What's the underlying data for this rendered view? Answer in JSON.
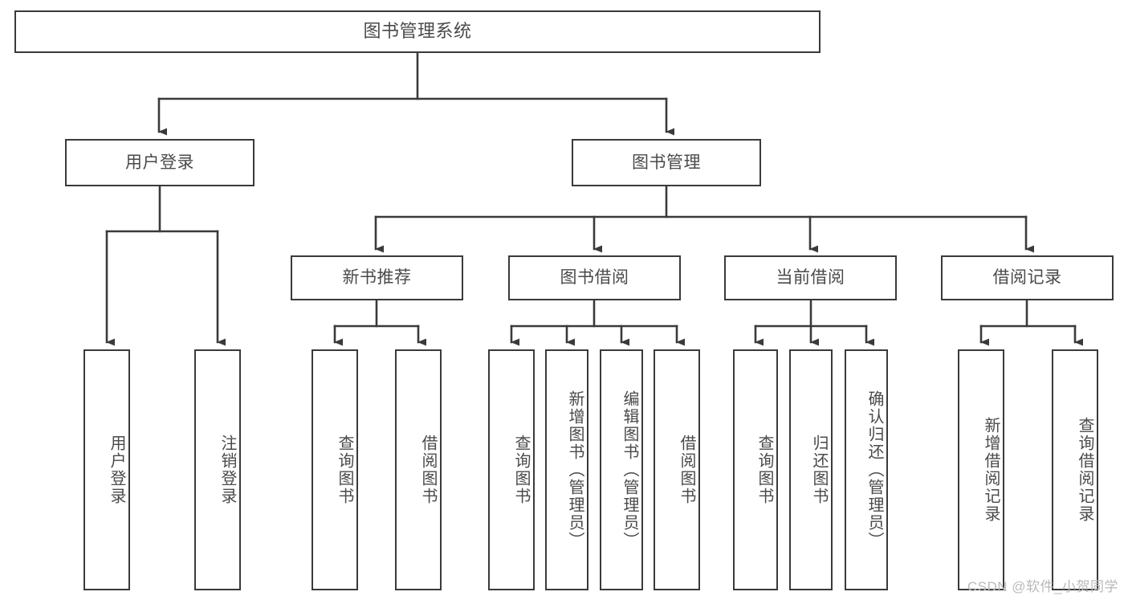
{
  "diagram": {
    "title": "图书管理系统",
    "type": "tree-hierarchy-diagram",
    "watermark": "CSDN @软件_小贺同学",
    "colors": {
      "box_border": "#3a3a3a",
      "box_fill": "#ffffff",
      "text": "#4a4a4a",
      "edge": "#3a3a3a",
      "watermark": "#b9b9b9",
      "background": "#ffffff"
    },
    "root": {
      "label": "图书管理系统",
      "id": "root"
    },
    "level2": [
      {
        "id": "user-login",
        "label": "用户登录"
      },
      {
        "id": "book-manage",
        "label": "图书管理"
      }
    ],
    "level3": [
      {
        "id": "new-book-recommend",
        "label": "新书推荐",
        "parent": "book-manage"
      },
      {
        "id": "book-borrow",
        "label": "图书借阅",
        "parent": "book-manage"
      },
      {
        "id": "current-borrow",
        "label": "当前借阅",
        "parent": "book-manage"
      },
      {
        "id": "borrow-record",
        "label": "借阅记录",
        "parent": "book-manage"
      }
    ],
    "leaves": {
      "user_login": [
        {
          "id": "leaf-user-login",
          "label": "用户登录"
        },
        {
          "id": "leaf-logout-login",
          "label": "注销登录"
        }
      ],
      "new_book_recommend": [
        {
          "id": "leaf-query-book-1",
          "label": "查询图书"
        },
        {
          "id": "leaf-borrow-book-1",
          "label": "借阅图书"
        }
      ],
      "book_borrow": [
        {
          "id": "leaf-query-book-2",
          "label": "查询图书"
        },
        {
          "id": "leaf-add-book",
          "label": "新增图书（管理员）"
        },
        {
          "id": "leaf-edit-book",
          "label": "编辑图书（管理员）"
        },
        {
          "id": "leaf-borrow-book-2",
          "label": "借阅图书"
        }
      ],
      "current_borrow": [
        {
          "id": "leaf-query-book-3",
          "label": "查询图书"
        },
        {
          "id": "leaf-return-book",
          "label": "归还图书"
        },
        {
          "id": "leaf-confirm-return",
          "label": "确认归还（管理员）"
        }
      ],
      "borrow_record": [
        {
          "id": "leaf-add-record",
          "label": "新增借阅记录"
        },
        {
          "id": "leaf-query-record",
          "label": "查询借阅记录"
        }
      ]
    }
  }
}
